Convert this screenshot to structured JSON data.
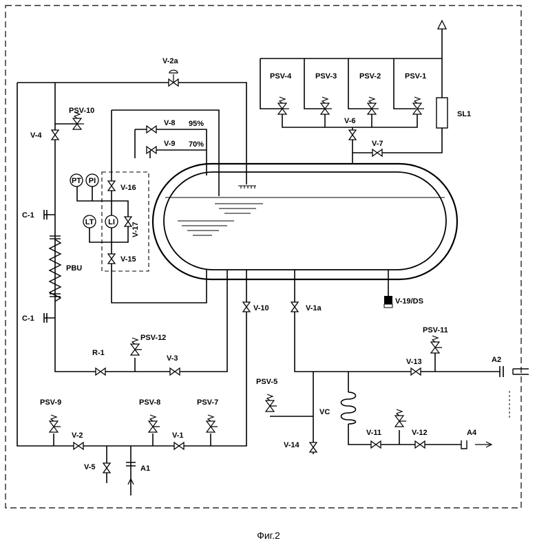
{
  "caption": "Фиг.2",
  "valves": {
    "v2a": "V-2a",
    "v4": "V-4",
    "v8": "V-8",
    "v9": "V-9",
    "v16": "V-16",
    "v17": "V-17",
    "v15": "V-15",
    "v6": "V-6",
    "v7": "V-7",
    "v10": "V-10",
    "v1a": "V-1a",
    "v19": "V-19/DS",
    "v3": "V-3",
    "v13": "V-13",
    "v2": "V-2",
    "v1": "V-1",
    "v5": "V-5",
    "v14": "V-14",
    "v11": "V-11",
    "v12": "V-12",
    "r1": "R-1"
  },
  "level_labels": {
    "high": "95%",
    "low": "70%"
  },
  "psv": {
    "psv4": "PSV-4",
    "psv3": "PSV-3",
    "psv2": "PSV-2",
    "psv1": "PSV-1",
    "psv10": "PSV-10",
    "psv12": "PSV-12",
    "psv11": "PSV-11",
    "psv5": "PSV-5",
    "psv9": "PSV-9",
    "psv8": "PSV-8",
    "psv7": "PSV-7"
  },
  "instruments": {
    "pt": "PT",
    "pi": "PI",
    "lt": "LT",
    "li": "LI"
  },
  "equipment": {
    "sl1": "SL1",
    "pbu": "PBU",
    "vc": "VC",
    "c1_top": "C-1",
    "c1_bottom": "C-1"
  },
  "connections": {
    "a1": "A1",
    "a2": "A2",
    "a4": "A4"
  }
}
